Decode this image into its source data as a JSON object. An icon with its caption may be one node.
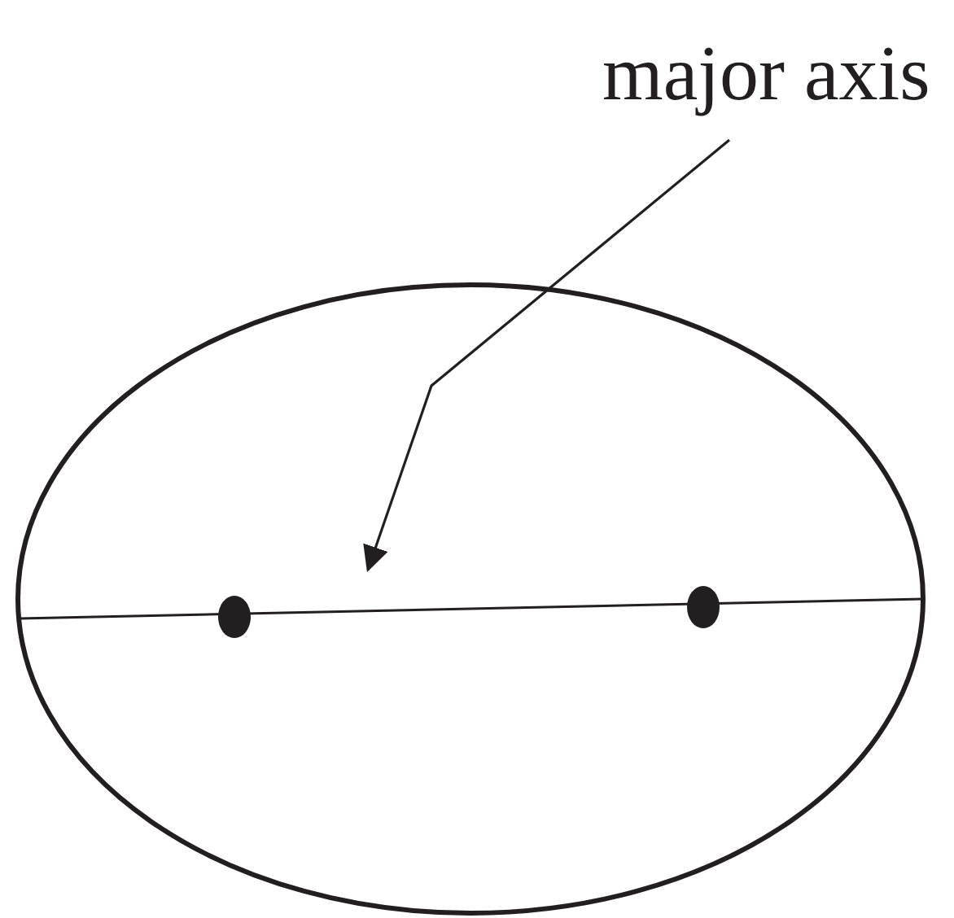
{
  "diagram": {
    "nodes": [
      {
        "text": [
          "major axis"
        ]
      },
      {
        "text": [],
        "shape": "line"
      }
    ],
    "edges": [
      {
        "from": 0,
        "to": 1,
        "arrow": "to"
      }
    ]
  }
}
